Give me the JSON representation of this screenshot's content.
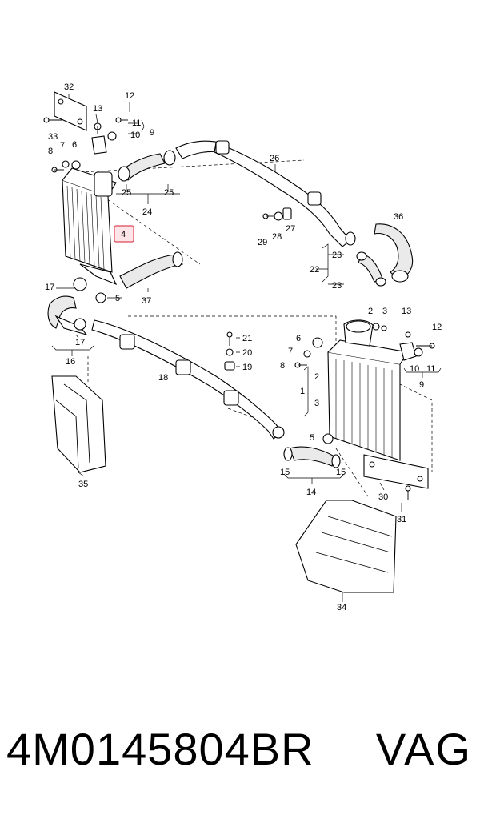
{
  "diagram": {
    "labels": {
      "l32": "32",
      "l13a": "13",
      "l12a": "12",
      "l11a": "11",
      "l10a": "10",
      "l9a": "9",
      "l33": "33",
      "l8a": "8",
      "l7a": "7",
      "l6a": "6",
      "l25a": "25",
      "l25b": "25",
      "l24": "24",
      "l26": "26",
      "l4": "4",
      "l29": "29",
      "l28": "28",
      "l27": "27",
      "l36": "36",
      "l23a": "23",
      "l22": "22",
      "l23b": "23",
      "l17a": "17",
      "l5a": "5",
      "l37": "37",
      "l17b": "17",
      "l16": "16",
      "l21": "21",
      "l20": "20",
      "l19": "19",
      "l18": "18",
      "l2": "2",
      "l3": "3",
      "l13b": "13",
      "l12b": "12",
      "l6b": "6",
      "l7b": "7",
      "l8b": "8",
      "l10b": "10",
      "l11b": "11",
      "l9b": "9",
      "l1": "1",
      "l2b": "2",
      "l3b": "3",
      "l5b": "5",
      "l15a": "15",
      "l15b": "15",
      "l14": "14",
      "l35": "35",
      "l30": "30",
      "l31": "31",
      "l34": "34"
    },
    "highlight_color": "#e0485a"
  },
  "footer": {
    "part_number": "4M0145804BR",
    "brand": "VAG"
  }
}
